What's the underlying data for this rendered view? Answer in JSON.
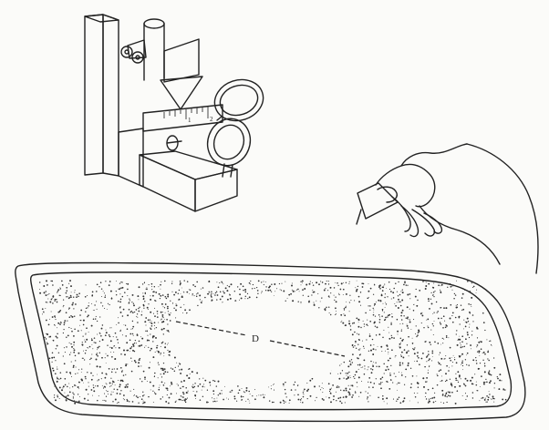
{
  "labels": {
    "diameter": "D",
    "scale_mark_1": "1",
    "scale_mark_2": "2"
  },
  "colors": {
    "ink": "#222222",
    "paper": "#fbfbf9",
    "speckle": "#333333"
  },
  "icons": {
    "magnifier": "magnifier-icon",
    "hand": "hand-icon"
  }
}
